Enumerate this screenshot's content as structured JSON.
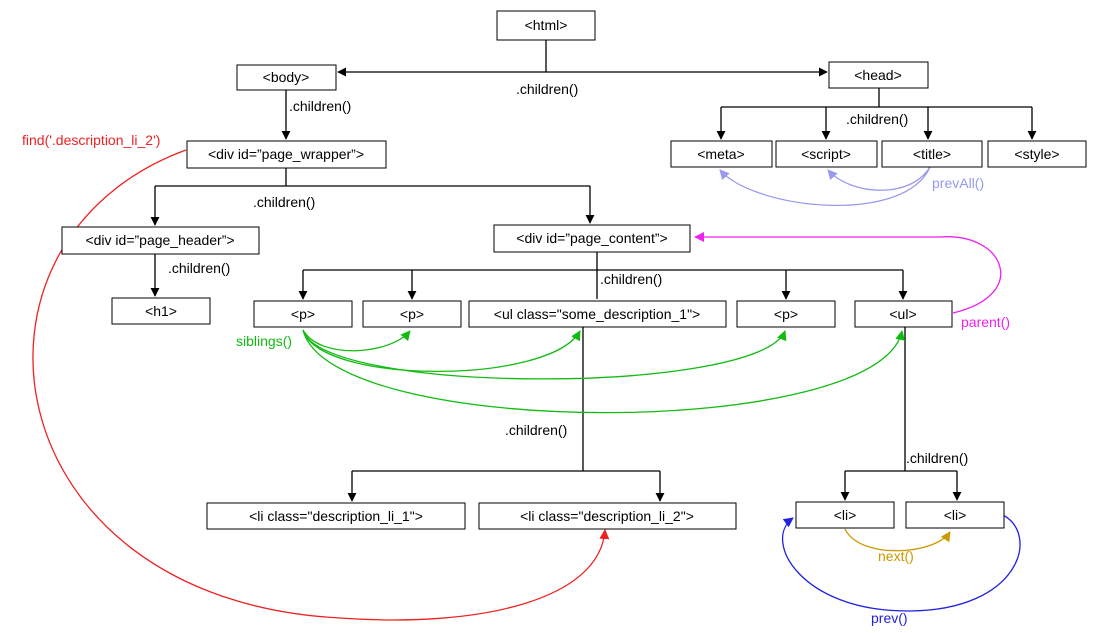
{
  "nodes": {
    "html": "<html>",
    "body": "<body>",
    "head": "<head>",
    "page_wrapper": "<div id=”page_wrapper”>",
    "page_header": "<div id=”page_header”>",
    "h1": "<h1>",
    "page_content": "<div id=”page_content”>",
    "p1": "<p>",
    "p2": "<p>",
    "ul_desc": "<ul class=\"some_description_1\">",
    "p3": "<p>",
    "ul2": "<ul>",
    "li_desc1": "<li class=\"description_li_1\">",
    "li_desc2": "<li class=\"description_li_2\">",
    "li1": "<li>",
    "li2": "<li>",
    "meta": "<meta>",
    "script": "<script>",
    "title": "<title>",
    "style": "<style>"
  },
  "edge_labels": {
    "html_children": ".children()",
    "body_children": ".children()",
    "head_children": ".children()",
    "wrapper_children": ".children()",
    "header_children": ".children()",
    "content_children": ".children()",
    "ul_desc_children": ".children()",
    "ul2_children": ".children()"
  },
  "method_labels": {
    "find": "find('.description_li_2')",
    "siblings": "siblings()",
    "parent": "parent()",
    "prevAll": "prevAll()",
    "next": "next()",
    "prev": "prev()"
  },
  "colors": {
    "find": "#ee2222",
    "siblings": "#11bb11",
    "parent": "#ee22ee",
    "prevAll": "#9999ee",
    "next": "#cc9900",
    "prev": "#2222dd"
  }
}
